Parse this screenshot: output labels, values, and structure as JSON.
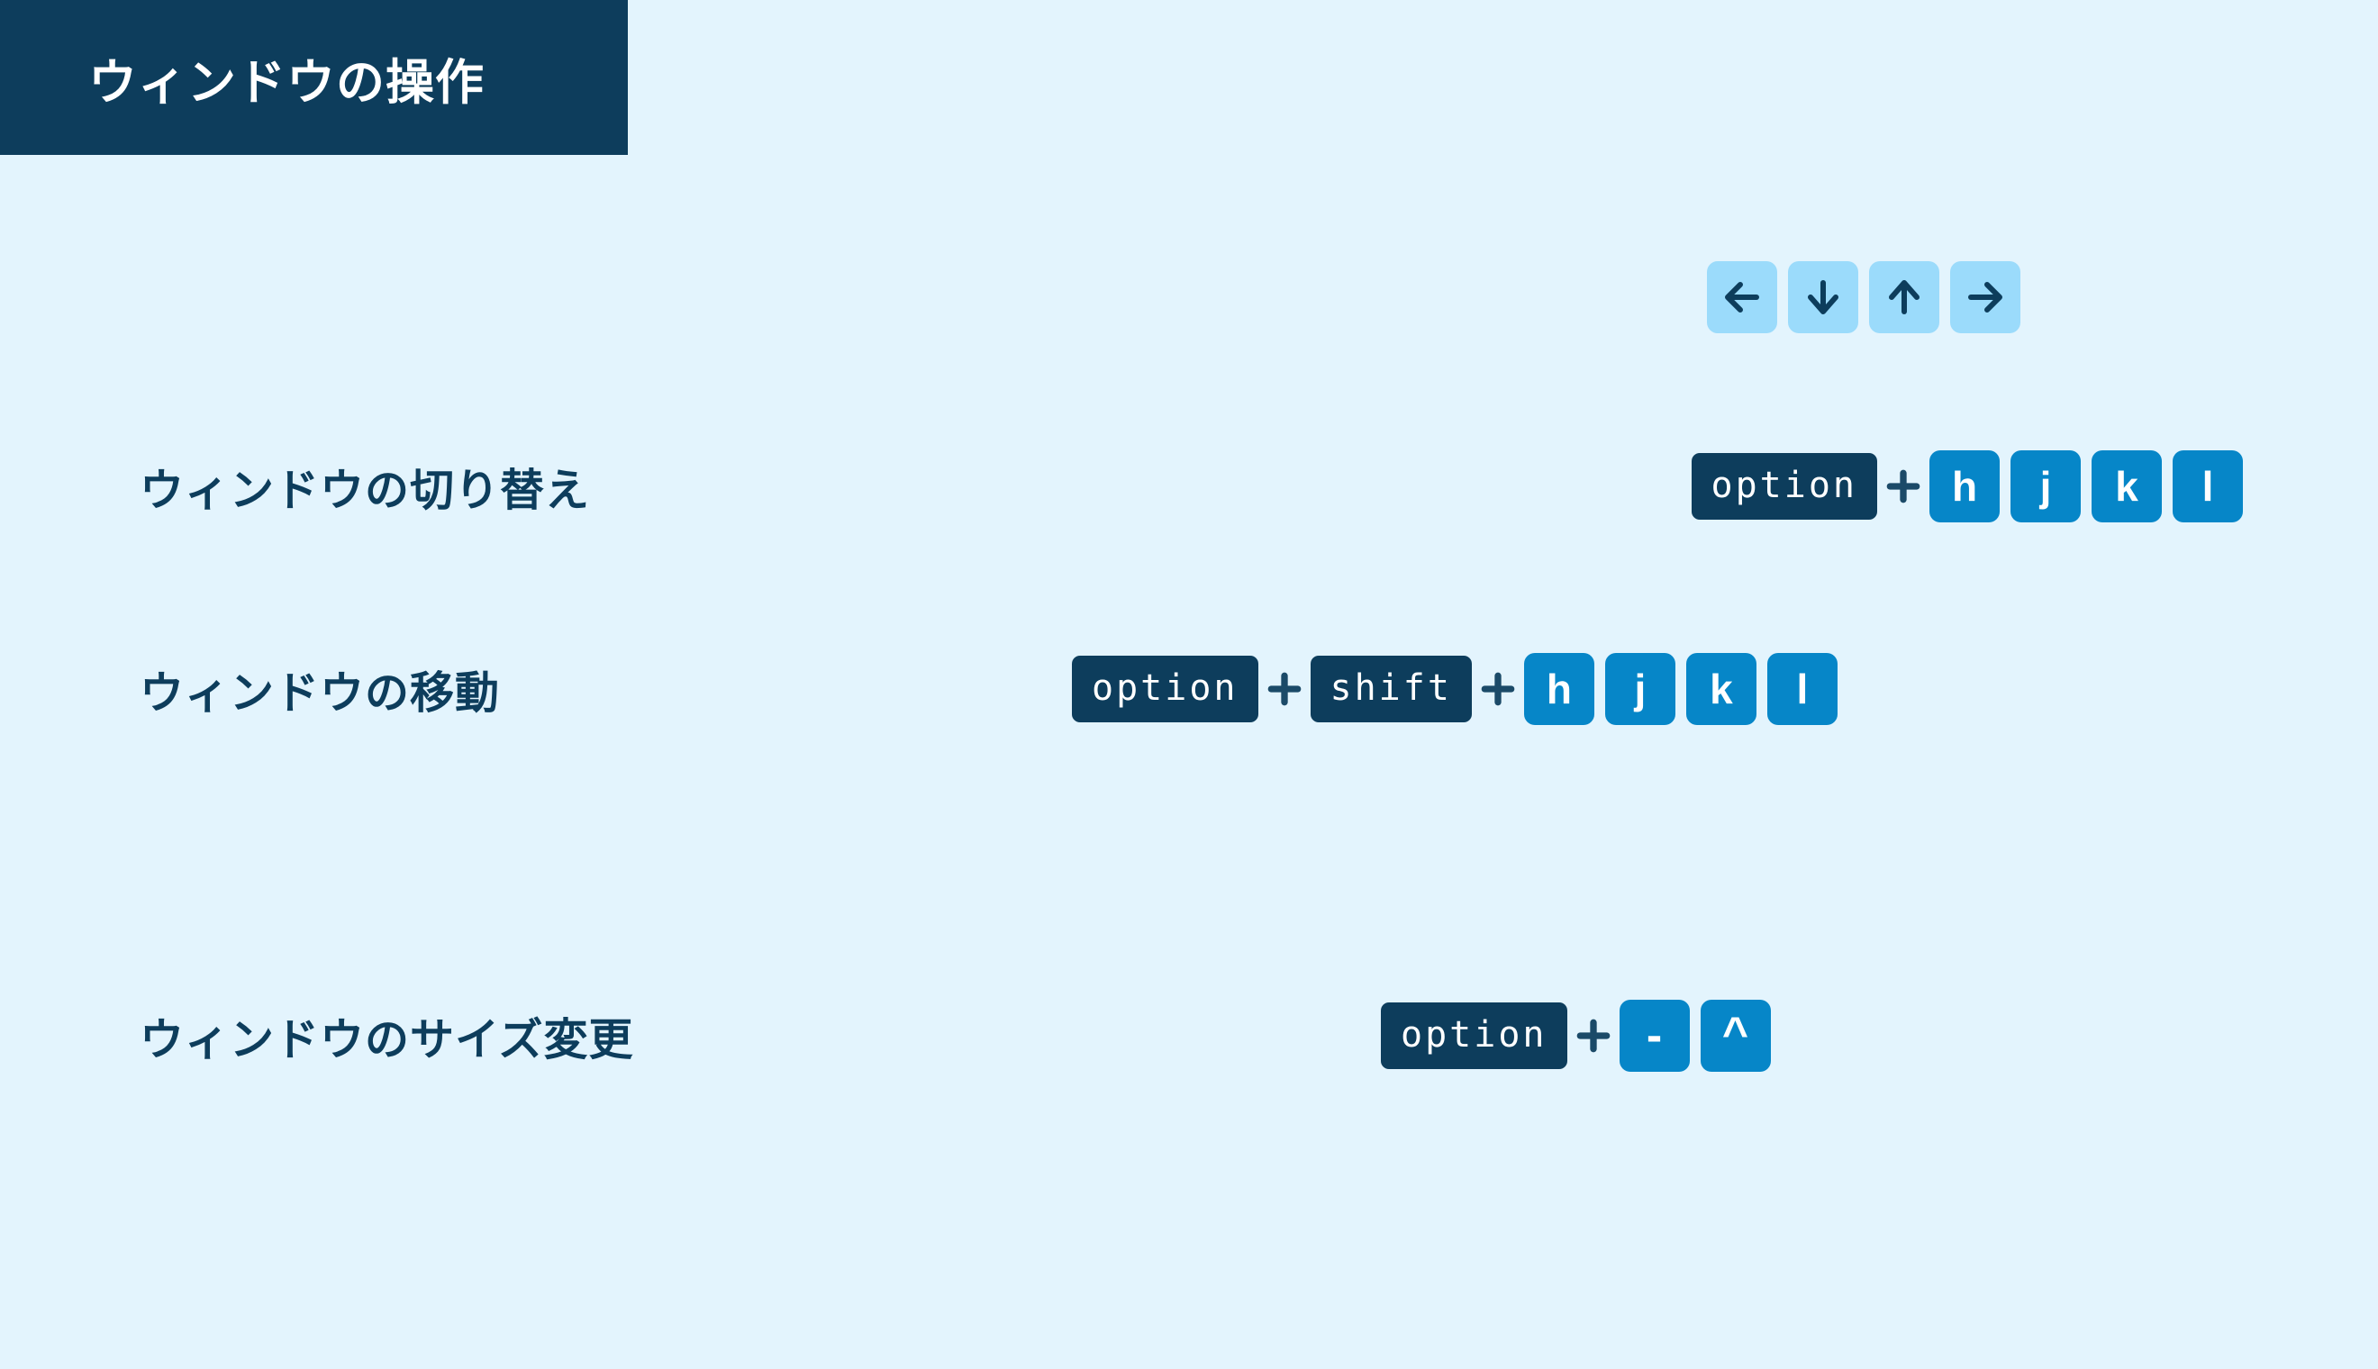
{
  "header": {
    "title": "ウィンドウの操作"
  },
  "colors": {
    "background": "#e3f4fd",
    "navy": "#0d3d5c",
    "key_blue": "#0686c8",
    "arrow_key_blue": "#9bdbfb",
    "key_text": "#ffffff"
  },
  "arrow_legend": {
    "keys": [
      {
        "icon": "arrow-left-icon",
        "name": "left"
      },
      {
        "icon": "arrow-down-icon",
        "name": "down"
      },
      {
        "icon": "arrow-up-icon",
        "name": "up"
      },
      {
        "icon": "arrow-right-icon",
        "name": "right"
      }
    ]
  },
  "separator": "+",
  "rows": [
    {
      "label": "ウィンドウの切り替え",
      "modifiers": [
        "option"
      ],
      "keys": [
        "h",
        "j",
        "k",
        "l"
      ]
    },
    {
      "label": "ウィンドウの移動",
      "modifiers": [
        "option",
        "shift"
      ],
      "keys": [
        "h",
        "j",
        "k",
        "l"
      ]
    },
    {
      "label": "ウィンドウのサイズ変更",
      "modifiers": [
        "option"
      ],
      "keys": [
        "-",
        "^"
      ]
    }
  ]
}
